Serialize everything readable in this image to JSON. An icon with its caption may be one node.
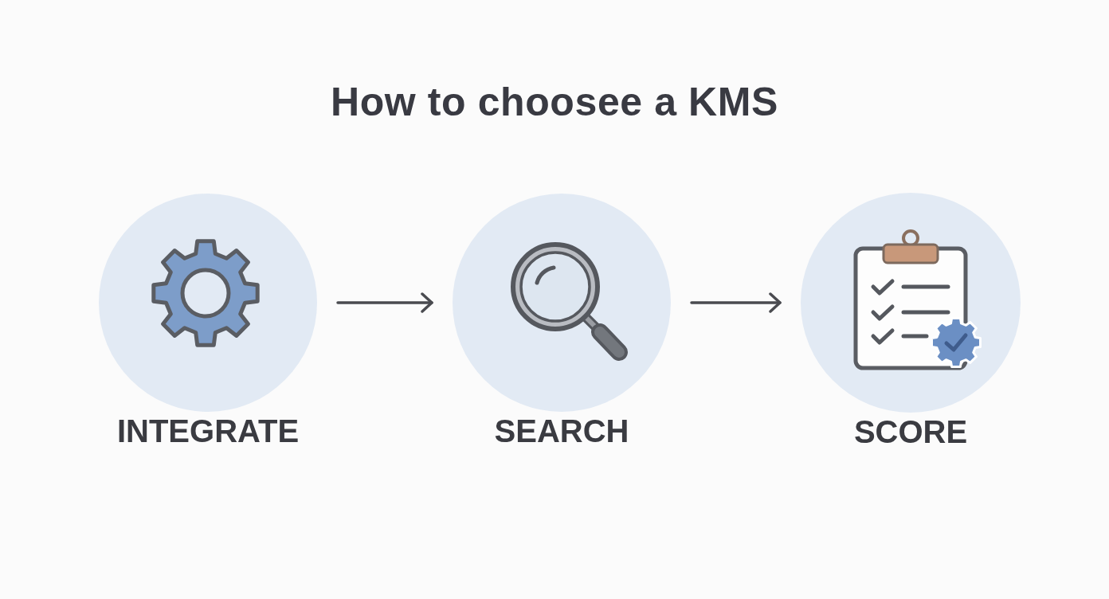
{
  "diagram": {
    "title": "How to choosee a KMS",
    "nodes": [
      {
        "text": [
          "INTEGRATE"
        ]
      },
      {
        "text": [
          "SEARCH"
        ]
      },
      {
        "text": [
          "SCORE"
        ]
      }
    ],
    "edges": [
      {
        "from": 0,
        "to": 1,
        "arrow": "to"
      },
      {
        "from": 1,
        "to": 2,
        "arrow": "to"
      }
    ]
  }
}
